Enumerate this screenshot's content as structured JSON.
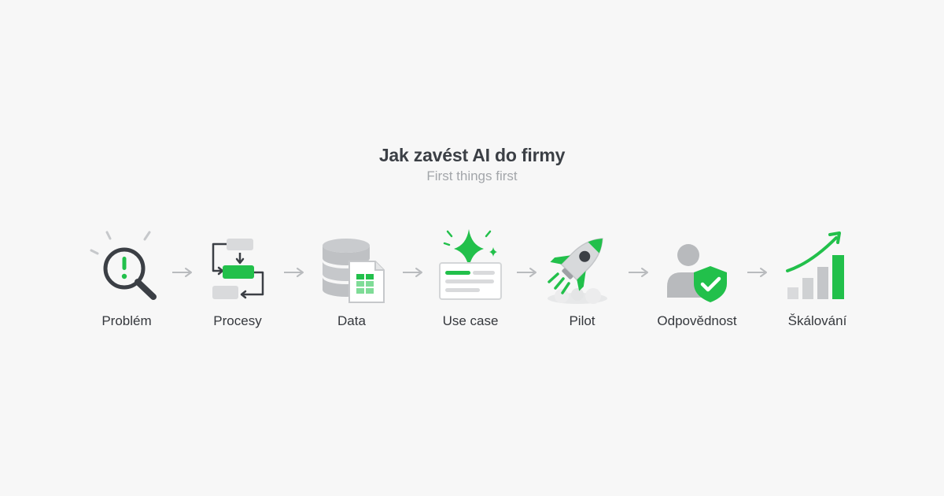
{
  "header": {
    "title": "Jak zavést AI do firmy",
    "subtitle": "First things first"
  },
  "steps": [
    {
      "label": "Problém",
      "icon": "magnifier-exclamation-icon"
    },
    {
      "label": "Procesy",
      "icon": "process-flow-icon"
    },
    {
      "label": "Data",
      "icon": "database-spreadsheet-icon"
    },
    {
      "label": "Use case",
      "icon": "sparkle-card-icon"
    },
    {
      "label": "Pilot",
      "icon": "rocket-icon"
    },
    {
      "label": "Odpovědnost",
      "icon": "person-shield-icon"
    },
    {
      "label": "Škálování",
      "icon": "growth-chart-icon"
    }
  ],
  "colors": {
    "accent": "#22c04b",
    "dark": "#3b3f45",
    "gray": "#bdbfc2",
    "light_gray": "#d9dadc",
    "arrow": "#b9bbbe",
    "background": "#f7f7f7"
  }
}
